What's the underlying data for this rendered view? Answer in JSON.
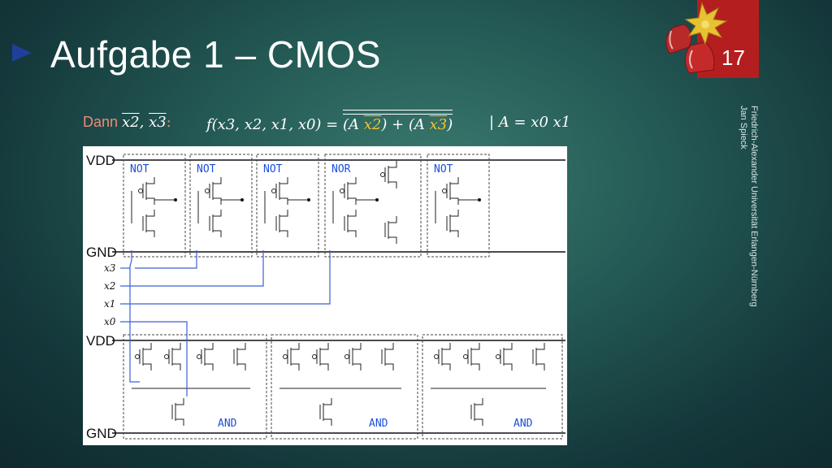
{
  "slide": {
    "title": "Aufgabe 1 – CMOS",
    "page_number": "17",
    "author_line_1": "Friedrich-Alexander Universität Erlangen-Nürnberg",
    "author_line_2": "Jan Spieck"
  },
  "formula": {
    "prefix": "Dann",
    "var_a": "x2",
    "var_b": "x3",
    "lhs": "f(x3, x2, x1, x0) = ",
    "term1_a": "(A ",
    "term1_b": "x2",
    "term1_c": ") + (A ",
    "term2_b": "x3",
    "term2_c": ")",
    "assignment": "| A = x0 x1"
  },
  "circuit": {
    "rails": {
      "vdd": "VDD",
      "gnd": "GND"
    },
    "top_gates": [
      "NOT",
      "NOT",
      "NOT",
      "NOR",
      "NOT"
    ],
    "bottom_gates": [
      "AND",
      "AND",
      "AND"
    ],
    "inputs": [
      "x3",
      "x2",
      "x1",
      "x0"
    ],
    "wire_color": "#3c5fd6"
  },
  "colors": {
    "accent_red": "#b51e1e",
    "accent_blue": "#1e3f9a",
    "dann_color": "#f08a7a",
    "highlight": "#f2c23a"
  }
}
